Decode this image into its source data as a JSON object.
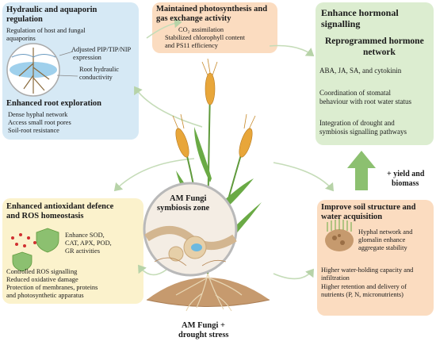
{
  "top_left": {
    "title_line1": "Hydraulic and aquaporin",
    "title_line2": "regulation",
    "line1": "Regulation of host and fungal",
    "line2": "aquaporins",
    "adj_line1": "Adjusted PIP/TIP/NIP",
    "adj_line2": "expression",
    "root_line1": "Root hydraulic",
    "root_line2": "conductivity",
    "section2_title": "Enhanced root exploration",
    "bullet1": "Dense hyphal network",
    "bullet2": "Access small root pores",
    "bullet3": "Soil-root  resistance"
  },
  "top_center": {
    "title_line1": "Maintained photosynthesis and",
    "title_line2": "gas exchange activity",
    "line1": "CO₂ assimilation",
    "line2": "Stabilized chlorophyll content",
    "line3": "and PS11 efficiency"
  },
  "top_right": {
    "title_line1": "Enhance hormonal",
    "title_line2": "signalling",
    "sub_line1": "Reprogrammed hormone",
    "sub_line2": "network",
    "hormones": "ABA, JA, SA, and cytokinin",
    "coord_line1": "Coordination of stomatal",
    "coord_line2": "behaviour with root water status",
    "integ_line1": "Integration of drought and",
    "integ_line2": "symbiosis signalling pathways"
  },
  "yield": {
    "line1": "+ yield and",
    "line2": "biomass"
  },
  "bottom_left": {
    "title_line1": "Enhanced antioxidant defence",
    "title_line2": "and ROS homeostasis",
    "enz_line1": "Enhance SOD,",
    "enz_line2": "CAT, APX, POD,",
    "enz_line3": "GR activities",
    "line1": "Controlled ROS signalling",
    "line2": "Reduced oxidative damage",
    "line3": "Protection of membranes, proteins",
    "line4": "and photosynthetic apparatus"
  },
  "bottom_right": {
    "title_line1": "Improve soil structure and",
    "title_line2": "water acquisition",
    "hyph_line1": "Hyphal network and",
    "hyph_line2": "glomalin  enhance",
    "hyph_line3": "aggregate stability",
    "line1": "Higher water-holding capacity and",
    "line2": "infiltration",
    "line3": "Higher retention and delivery of",
    "line4": "nutrients (P, N, micronutrients)"
  },
  "center": {
    "zone_line1": "AM Fungi",
    "zone_line2": "symbiosis zone",
    "stress_line1": "AM Fungi +",
    "stress_line2": "drought stress"
  },
  "colors": {
    "blue_box": "#d6e9f5",
    "orange_box": "#fbdcc0",
    "green_box": "#dcedd0",
    "yellow_box": "#fbf2cc",
    "arrow_green": "#8cc070",
    "stem_green": "#5f9a3c",
    "wheat": "#e8a63a",
    "soil": "#c69a6e"
  }
}
